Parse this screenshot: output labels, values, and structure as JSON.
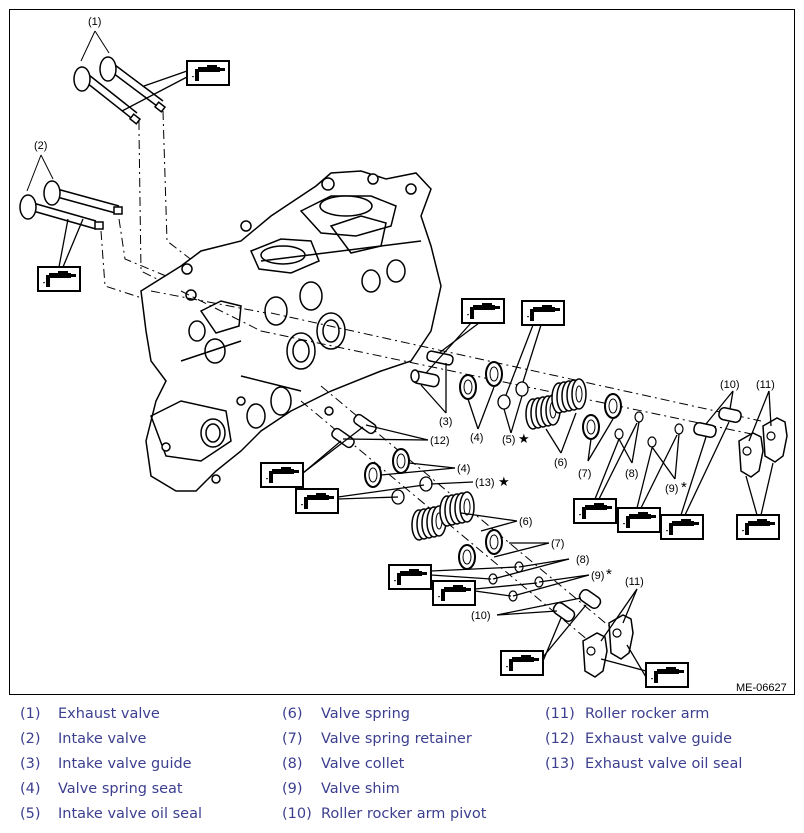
{
  "figure": {
    "code": "ME-06627",
    "callouts": {
      "c1": "(1)",
      "c2": "(2)",
      "c3": "(3)",
      "c4a": "(4)",
      "c4b": "(4)",
      "c5": "(5)",
      "c6a": "(6)",
      "c6b": "(6)",
      "c7a": "(7)",
      "c7b": "(7)",
      "c8a": "(8)",
      "c8b": "(8)",
      "c9a": "(9)",
      "c9b": "(9)",
      "c10a": "(10)",
      "c10b": "(10)",
      "c11a": "(11)",
      "c11b": "(11)",
      "c12": "(12)",
      "c13": "(13)"
    },
    "marks": {
      "star": "★",
      "asterisk": "*"
    },
    "icon": "oil-can-icon",
    "colors": {
      "line": "#000000"
    }
  },
  "legend": {
    "color": "#3c3f8f",
    "items": [
      {
        "num": "(1)",
        "label": "Exhaust valve"
      },
      {
        "num": "(2)",
        "label": "Intake valve"
      },
      {
        "num": "(3)",
        "label": "Intake valve guide"
      },
      {
        "num": "(4)",
        "label": "Valve spring seat"
      },
      {
        "num": "(5)",
        "label": "Intake valve oil seal"
      },
      {
        "num": "(6)",
        "label": "Valve spring"
      },
      {
        "num": "(7)",
        "label": "Valve spring retainer"
      },
      {
        "num": "(8)",
        "label": "Valve collet"
      },
      {
        "num": "(9)",
        "label": "Valve shim"
      },
      {
        "num": "(10)",
        "label": "Roller rocker arm pivot"
      },
      {
        "num": "(11)",
        "label": "Roller rocker arm"
      },
      {
        "num": "(12)",
        "label": "Exhaust valve guide"
      },
      {
        "num": "(13)",
        "label": "Exhaust valve oil seal"
      }
    ]
  }
}
